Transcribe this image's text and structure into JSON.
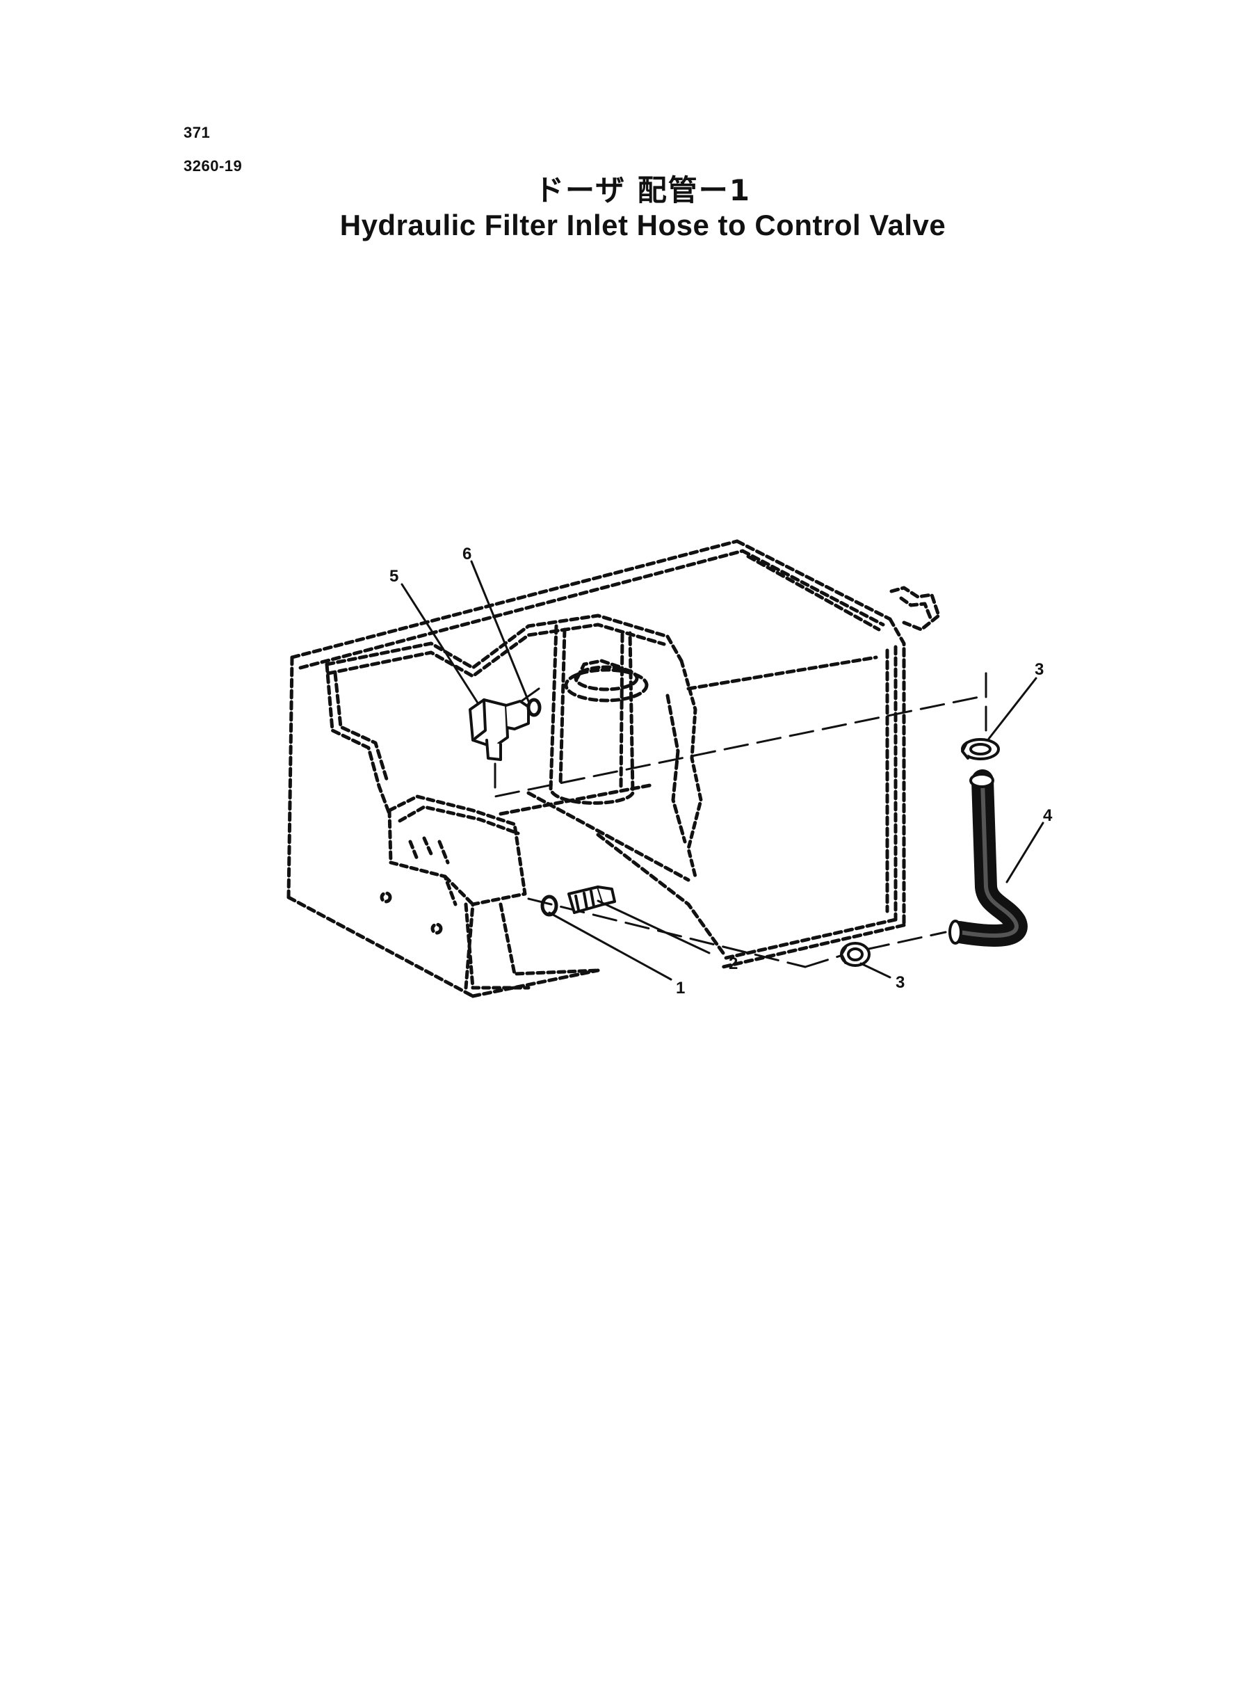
{
  "header": {
    "page_number": "371",
    "figure_code": "3260-19"
  },
  "title": {
    "japanese": "ドーザ 配管ー1",
    "english": "Hydraulic Filter Inlet Hose to Control Valve"
  },
  "callouts": [
    {
      "id": "c5",
      "label": "5"
    },
    {
      "id": "c6",
      "label": "6"
    },
    {
      "id": "c3-top",
      "label": "3"
    },
    {
      "id": "c4",
      "label": "4"
    },
    {
      "id": "c2",
      "label": "2"
    },
    {
      "id": "c1",
      "label": "1"
    },
    {
      "id": "c3-bottom",
      "label": "3"
    }
  ],
  "colors": {
    "ink": "#111111",
    "paper": "#ffffff"
  }
}
